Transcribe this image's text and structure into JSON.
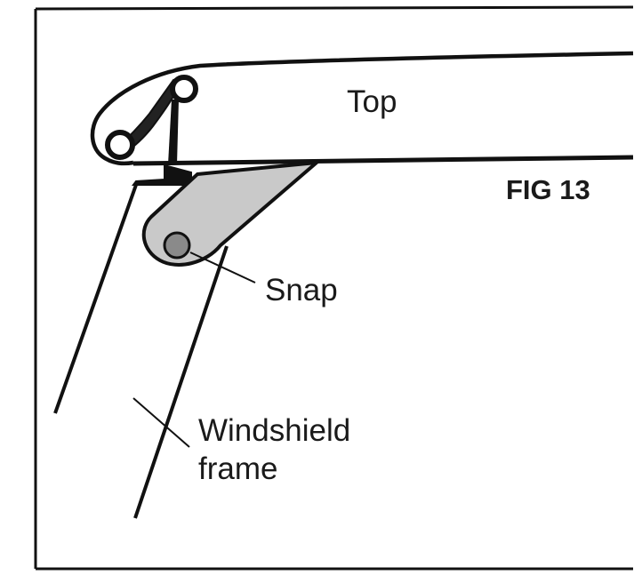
{
  "figure": {
    "fig_number": "FIG 13",
    "labels": {
      "top": "Top",
      "snap": "Snap",
      "windshield_line1": "Windshield",
      "windshield_line2": "frame"
    },
    "colors": {
      "line": "#111111",
      "strap_fill": "#c9c9c9",
      "snap_fill": "#8a8a8a",
      "background": "#ffffff"
    }
  }
}
